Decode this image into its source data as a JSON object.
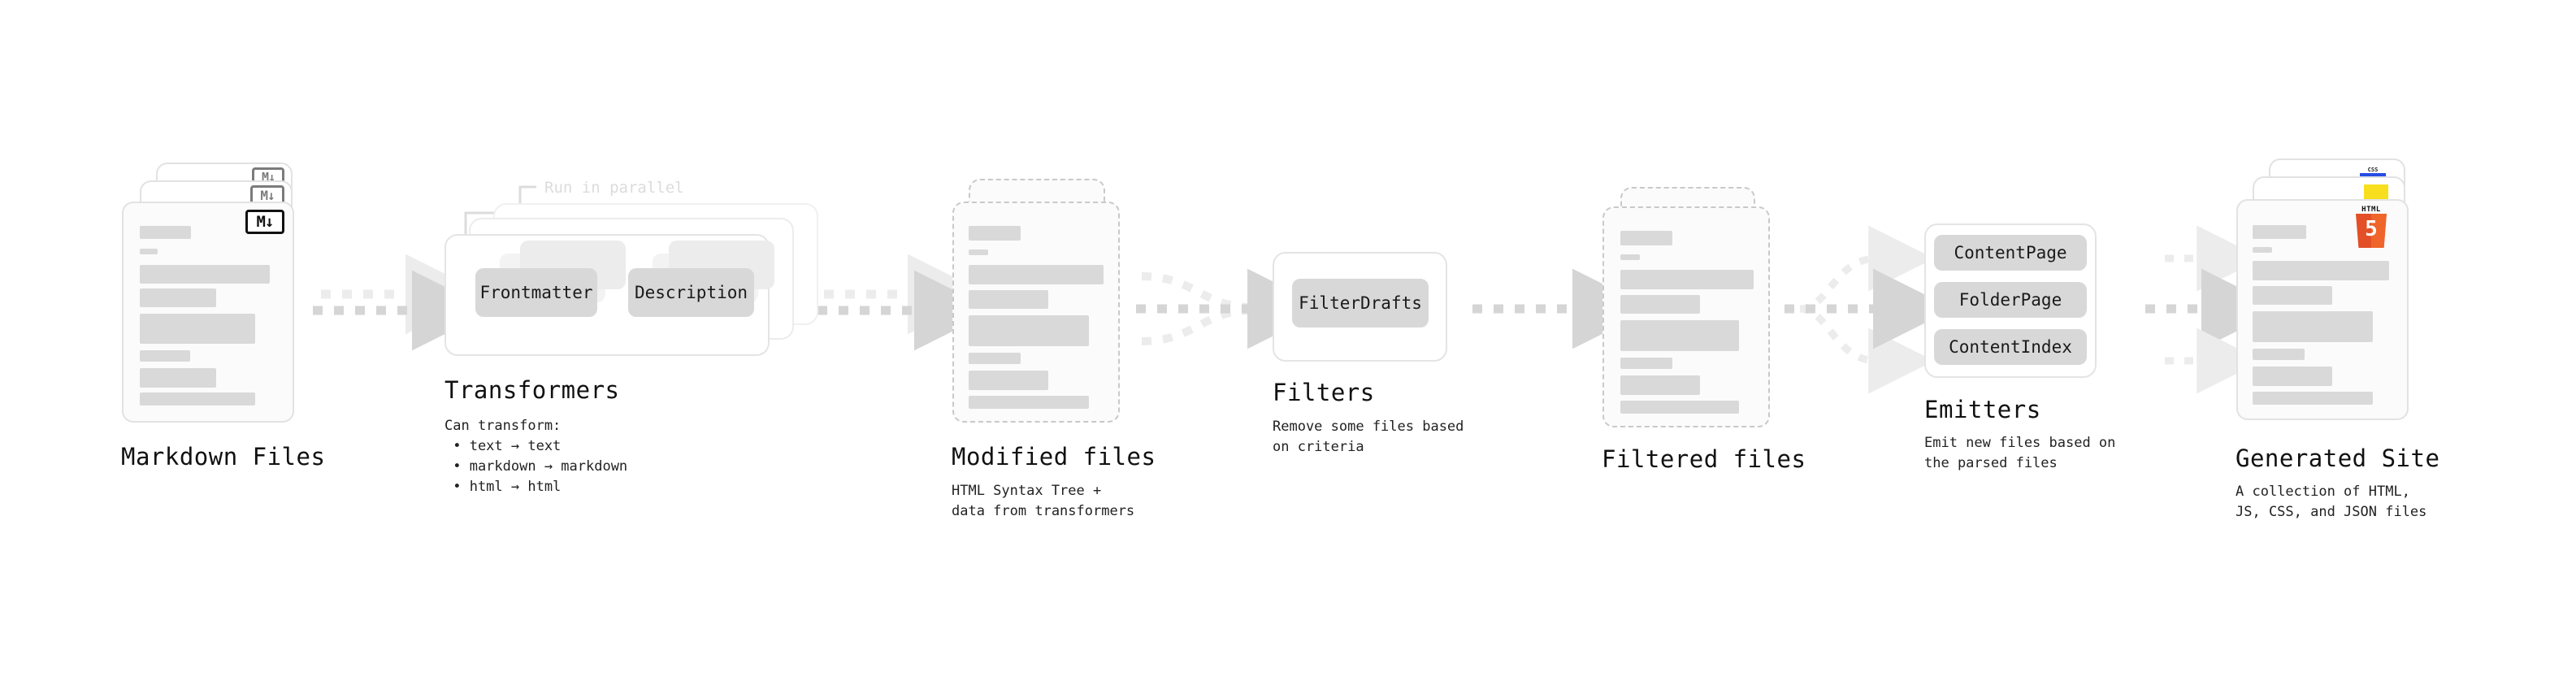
{
  "diagram": {
    "title_font_note": "monospace",
    "stages": [
      {
        "id": "markdown-files",
        "title": "Markdown Files",
        "subtitle": "",
        "badge": "M↓",
        "kind": "file-stack"
      },
      {
        "id": "transformers",
        "title": "Transformers",
        "subtitle": "Can transform:\n • text → text\n • markdown → markdown\n • html → html",
        "annotation": "Run in parallel",
        "items": [
          "Frontmatter",
          "Description"
        ],
        "kind": "group"
      },
      {
        "id": "modified-files",
        "title": "Modified files",
        "subtitle": "HTML Syntax Tree +\ndata from transformers",
        "kind": "file-stack-dashed"
      },
      {
        "id": "filters",
        "title": "Filters",
        "subtitle": "Remove some files based\non criteria",
        "items": [
          "FilterDrafts"
        ],
        "kind": "group"
      },
      {
        "id": "filtered-files",
        "title": "Filtered files",
        "subtitle": "",
        "kind": "file-stack-dashed"
      },
      {
        "id": "emitters",
        "title": "Emitters",
        "subtitle": "Emit new files based on\nthe parsed files",
        "items": [
          "ContentPage",
          "FolderPage",
          "ContentIndex"
        ],
        "kind": "group"
      },
      {
        "id": "generated-site",
        "title": "Generated Site",
        "subtitle": "A collection of HTML,\nJS, CSS, and JSON files",
        "badges": [
          "HTML5",
          "JS",
          "CSS"
        ],
        "kind": "file-stack"
      }
    ],
    "colors": {
      "background": "#ffffff",
      "card_fill": "#fbfbfb",
      "card_border": "#e2e2e2",
      "skeleton_bar": "#d9d9d9",
      "pill_fill": "#d8d8d8",
      "arrow": "#d5d5d5",
      "text": "#111111",
      "muted_text": "#dcdcdc",
      "html5": "#e34f26",
      "js": "#f7df1e",
      "css": "#264de4"
    }
  }
}
